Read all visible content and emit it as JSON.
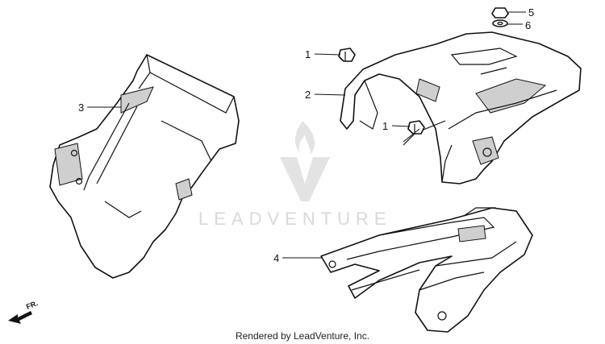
{
  "callouts": {
    "c1a": "1",
    "c1b": "1",
    "c2": "2",
    "c3": "3",
    "c4": "4",
    "c5": "5",
    "c6": "6"
  },
  "direction": {
    "label": "FR."
  },
  "watermark": {
    "text": "LEADVENTURE"
  },
  "footer": {
    "text": "Rendered by LeadVenture, Inc."
  },
  "colors": {
    "line": "#111111",
    "watermark": "#d9d9d9",
    "shade": "#cfcfcf"
  }
}
